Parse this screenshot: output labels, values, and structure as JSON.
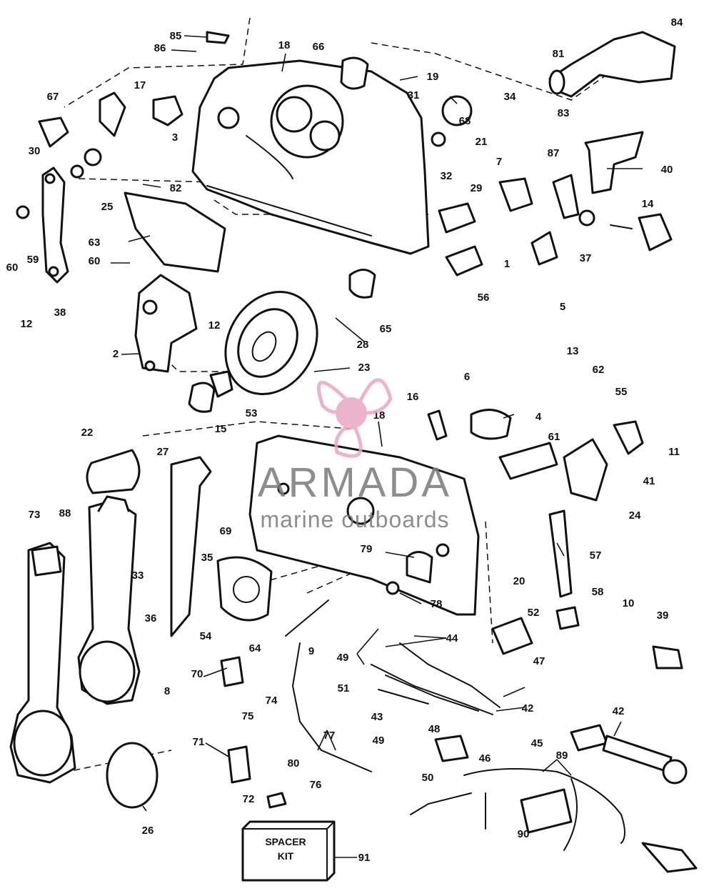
{
  "watermark": {
    "brand": "ARMADA",
    "tagline": "marine outboards",
    "logo_icon": "propeller-icon",
    "logo_color": "#e8a6c4",
    "text_color": "#7a7a7a"
  },
  "spacer_kit": {
    "line1": "SPACER",
    "line2": "KIT",
    "callout": "91"
  },
  "callouts": [
    "85",
    "86",
    "18",
    "66",
    "19",
    "84",
    "81",
    "67",
    "17",
    "31",
    "34",
    "68",
    "83",
    "30",
    "3",
    "21",
    "82",
    "7",
    "87",
    "40",
    "25",
    "32",
    "29",
    "14",
    "63",
    "60",
    "59",
    "60",
    "37",
    "1",
    "12",
    "38",
    "5",
    "56",
    "65",
    "28",
    "2",
    "12",
    "13",
    "62",
    "23",
    "6",
    "55",
    "16",
    "4",
    "11",
    "15",
    "53",
    "18",
    "22",
    "27",
    "61",
    "41",
    "73",
    "88",
    "24",
    "69",
    "35",
    "33",
    "79",
    "57",
    "20",
    "36",
    "78",
    "58",
    "10",
    "39",
    "54",
    "64",
    "52",
    "44",
    "9",
    "47",
    "49",
    "70",
    "8",
    "51",
    "74",
    "42",
    "42",
    "75",
    "43",
    "45",
    "49",
    "48",
    "46",
    "71",
    "80",
    "77",
    "89",
    "50",
    "76",
    "72",
    "26",
    "90",
    "91"
  ]
}
